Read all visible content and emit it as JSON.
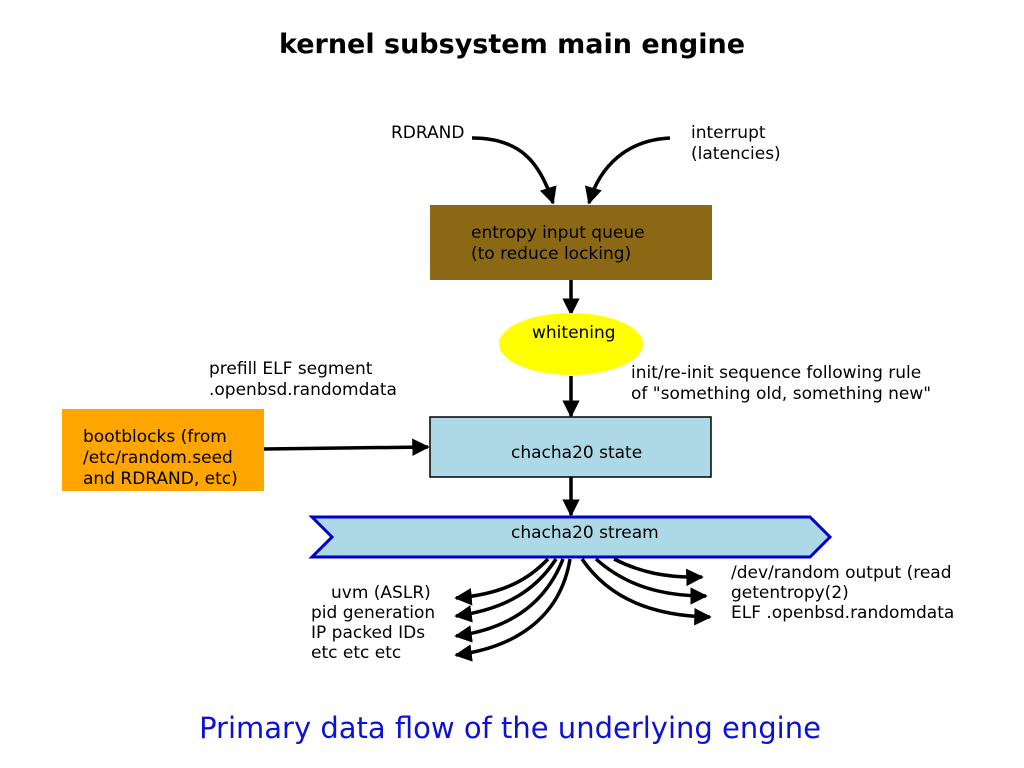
{
  "title": "kernel subsystem main engine",
  "caption": "Primary data flow of the underlying engine",
  "colors": {
    "queue": "#8b6914",
    "whitening": "#ffff00",
    "state": "#add8e6",
    "bootblocks": "#ffa500",
    "stream_border": "#0000cc",
    "caption": "#0b12d6"
  },
  "inputs": {
    "rdrand": "RDRAND",
    "interrupt": [
      "interrupt",
      "(latencies)"
    ]
  },
  "queue": {
    "lines": [
      "entropy input queue",
      "(to reduce locking)"
    ]
  },
  "whitening": {
    "label": "whitening"
  },
  "prefill": {
    "lines": [
      "prefill ELF segment",
      ".openbsd.randomdata"
    ]
  },
  "init_rule": {
    "lines": [
      "init/re-init sequence following rule",
      "of \"something old, something new\""
    ]
  },
  "bootblocks": {
    "lines": [
      "bootblocks (from",
      "/etc/random.seed",
      "and RDRAND, etc)"
    ]
  },
  "state": {
    "label": "chacha20 state"
  },
  "stream": {
    "label": "chacha20 stream"
  },
  "outputs_left": [
    "uvm (ASLR)",
    "pid generation",
    "IP packed IDs",
    "etc etc etc"
  ],
  "outputs_right": [
    "/dev/random output (read",
    "getentropy(2)",
    "ELF .openbsd.randomdata"
  ]
}
